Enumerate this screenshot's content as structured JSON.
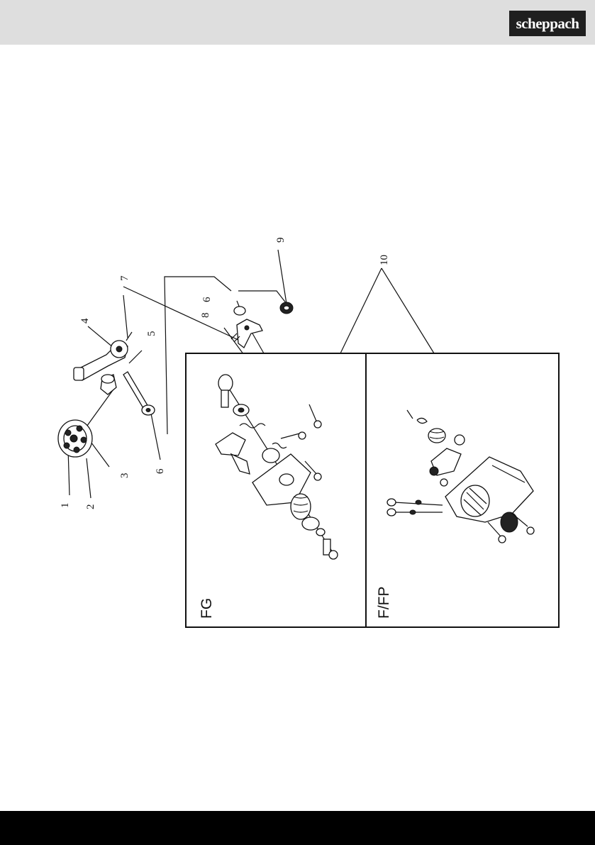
{
  "header": {
    "logo_text": "scheppach"
  },
  "diagram": {
    "callouts": [
      {
        "id": "1",
        "label": "1"
      },
      {
        "id": "2",
        "label": "2"
      },
      {
        "id": "3",
        "label": "3"
      },
      {
        "id": "4",
        "label": "4"
      },
      {
        "id": "5",
        "label": "5"
      },
      {
        "id": "6a",
        "label": "6"
      },
      {
        "id": "6b",
        "label": "6"
      },
      {
        "id": "7",
        "label": "7"
      },
      {
        "id": "8",
        "label": "8"
      },
      {
        "id": "9",
        "label": "9"
      },
      {
        "id": "10",
        "label": "10"
      }
    ],
    "panels": [
      {
        "id": "fg",
        "title": "FG"
      },
      {
        "id": "ffp",
        "title": "F/FP"
      }
    ]
  },
  "colors": {
    "header_bg": "#dedede",
    "logo_bg": "#1f1f1f",
    "footer_bg": "#000000"
  }
}
